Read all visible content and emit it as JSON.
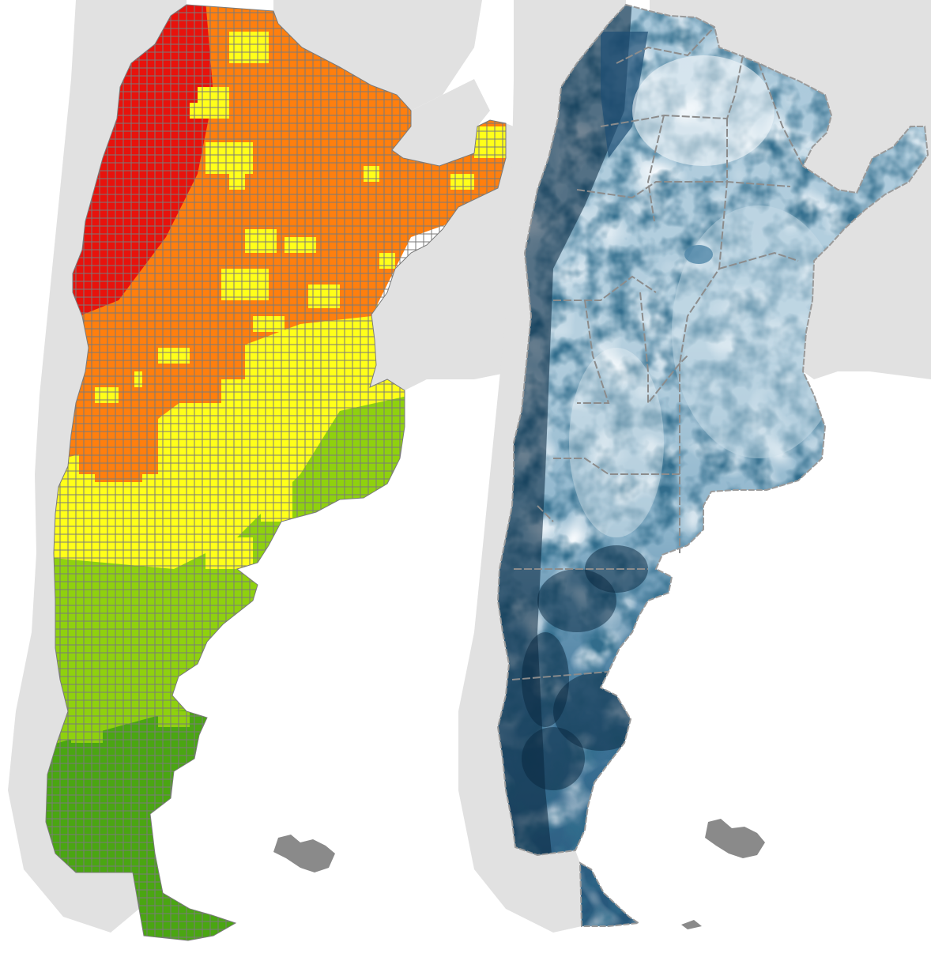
{
  "figure": {
    "panels": [
      {
        "id": "left",
        "description_key": "grid-class-map",
        "class_colors": {
          "red": "#e8120c",
          "orange": "#ff7f0e",
          "yellow": "#ffff1a",
          "light_green": "#8fd10e",
          "dark_green": "#4aa612"
        },
        "grid_line_color": "#7a7a7a"
      },
      {
        "id": "right",
        "description_key": "continuous-blue-map",
        "ramp": [
          "#f2f7fa",
          "#c9dde8",
          "#8fb6cc",
          "#4f86a8",
          "#1d4d73",
          "#08253d"
        ],
        "boundary_color": "#8c8c8c"
      }
    ],
    "colors": {
      "background": "#ffffff",
      "neighbour_land": "#e1e1e1",
      "islands": "#8a8a8a"
    }
  }
}
